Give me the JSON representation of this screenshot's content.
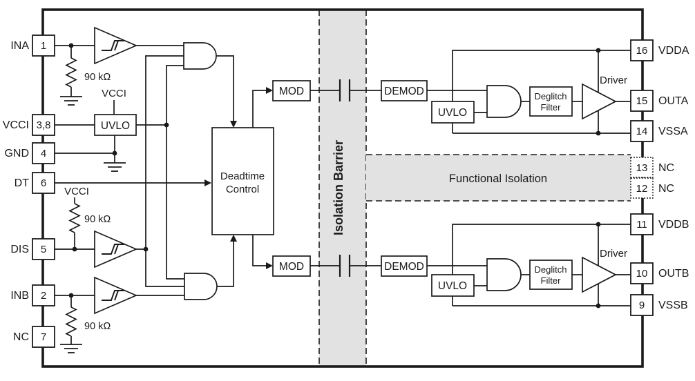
{
  "pins_left": [
    {
      "label": "INA",
      "num": "1"
    },
    {
      "label": "VCCI",
      "num": "3,8"
    },
    {
      "label": "GND",
      "num": "4"
    },
    {
      "label": "DT",
      "num": "6"
    },
    {
      "label": "DIS",
      "num": "5"
    },
    {
      "label": "INB",
      "num": "2"
    },
    {
      "label": "NC",
      "num": "7"
    }
  ],
  "pins_right": [
    {
      "num": "16",
      "label": "VDDA"
    },
    {
      "num": "15",
      "label": "OUTA"
    },
    {
      "num": "14",
      "label": "VSSA"
    },
    {
      "num": "13",
      "label": "NC"
    },
    {
      "num": "12",
      "label": "NC"
    },
    {
      "num": "11",
      "label": "VDDB"
    },
    {
      "num": "10",
      "label": "OUTB"
    },
    {
      "num": "9",
      "label": "VSSB"
    }
  ],
  "blocks": {
    "uvlo": "UVLO",
    "mod": "MOD",
    "demod": "DEMOD",
    "deadtime_line1": "Deadtime",
    "deadtime_line2": "Control",
    "deglitch_line1": "Deglitch",
    "deglitch_line2": "Filter",
    "driver": "Driver"
  },
  "labels": {
    "isolation_barrier": "Isolation Barrier",
    "functional_isolation": "Functional Isolation",
    "pullup_value": "90 kΩ",
    "vcci_rail": "VCCI"
  },
  "colors": {
    "band_fill": "#e2e2e2",
    "line": "#1a1a1a",
    "background": "#ffffff"
  }
}
